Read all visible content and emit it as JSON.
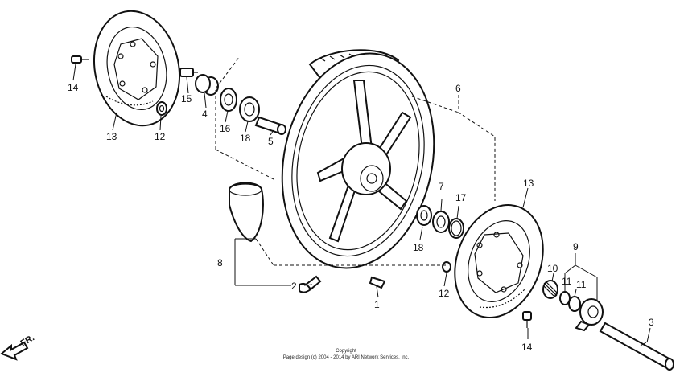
{
  "callouts": {
    "c1": "1",
    "c2": "2",
    "c3": "3",
    "c4": "4",
    "c5": "5",
    "c6": "6",
    "c7": "7",
    "c8": "8",
    "c9": "9",
    "c10": "10",
    "c11a": "11",
    "c11b": "11",
    "c12a": "12",
    "c12b": "12",
    "c13a": "13",
    "c13b": "13",
    "c14a": "14",
    "c14b": "14",
    "c15": "15",
    "c16": "16",
    "c17": "17",
    "c18a": "18",
    "c18b": "18"
  },
  "direction_label": "FR.",
  "copyright": {
    "line1": "Copyright",
    "line2": "Page design (c) 2004 - 2014 by ARI Network Services, Inc."
  }
}
